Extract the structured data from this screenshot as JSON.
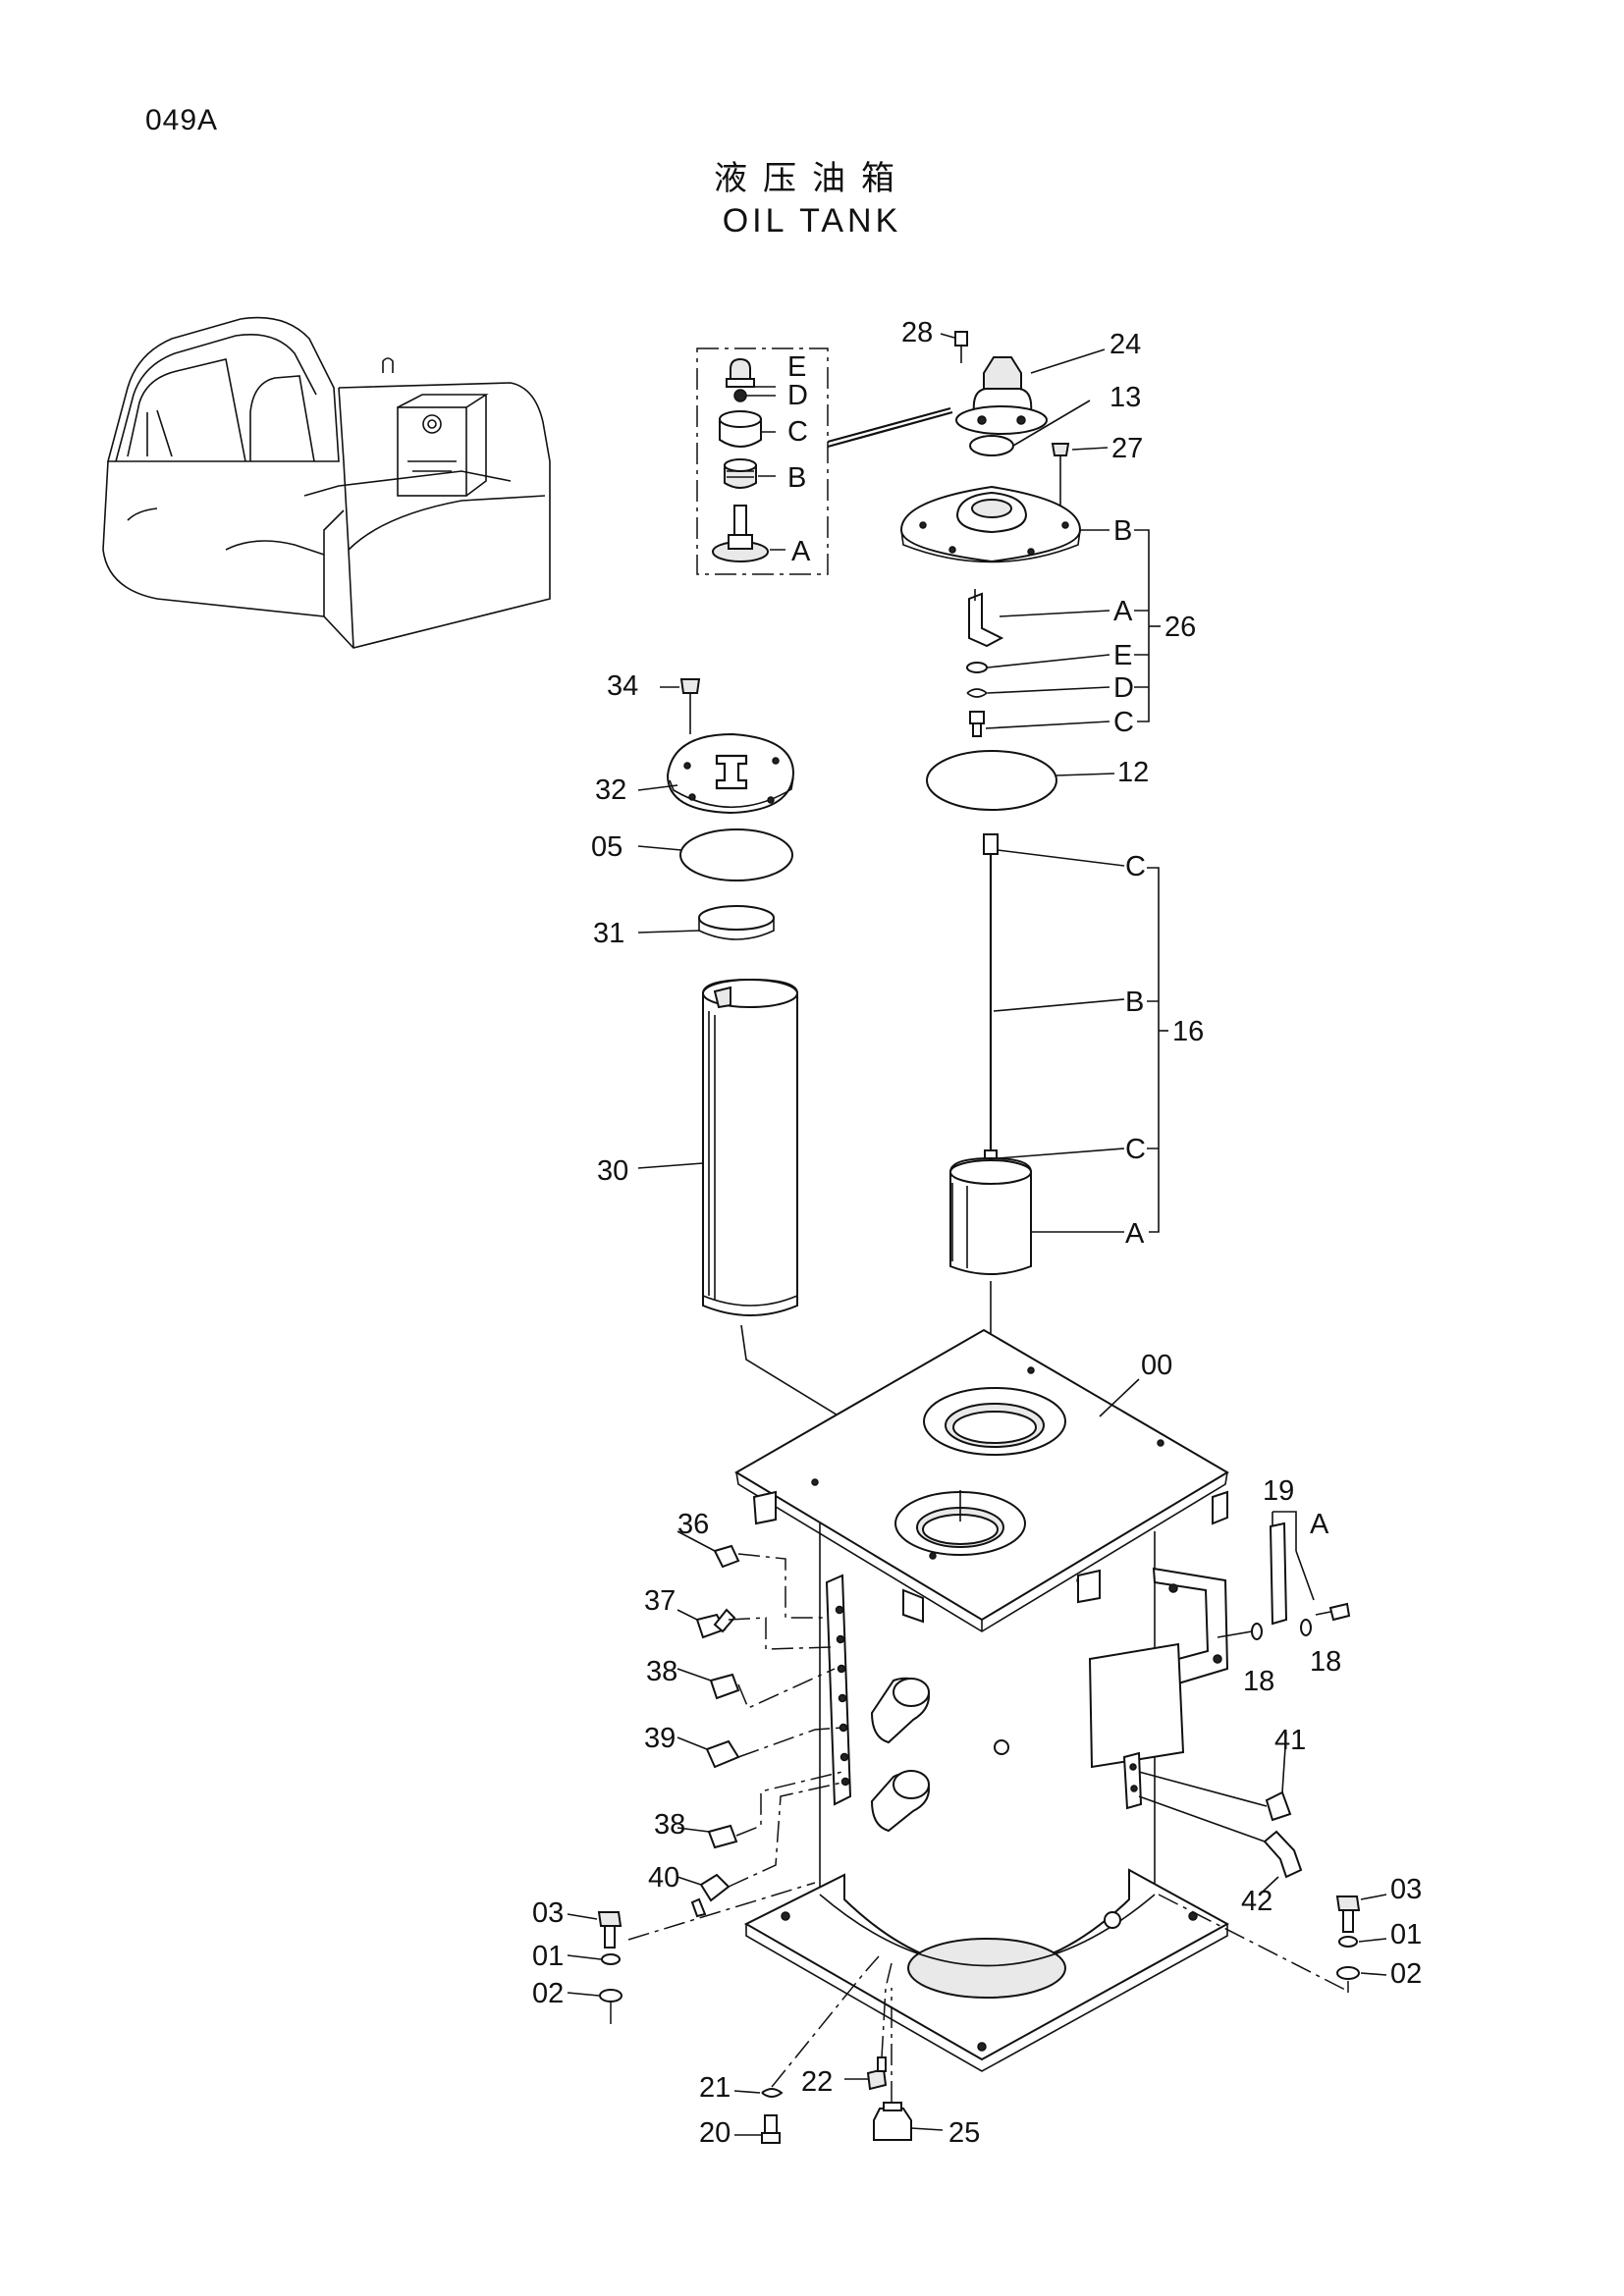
{
  "page_code": "049A",
  "title_cn": "液压油箱",
  "title_en": "OIL TANK",
  "callouts": {
    "c28": "28",
    "c24": "24",
    "c13": "13",
    "c27": "27",
    "c26": "26",
    "c26B": "B",
    "c26A": "A",
    "c26E": "E",
    "c26D": "D",
    "c26C": "C",
    "c12": "12",
    "c34": "34",
    "c32": "32",
    "c05": "05",
    "c31": "31",
    "c30": "30",
    "c16": "16",
    "c16C1": "C",
    "c16B": "B",
    "c16C2": "C",
    "c16A": "A",
    "c00": "00",
    "c19": "19",
    "c19A": "A",
    "c18a": "18",
    "c18b": "18",
    "c36": "36",
    "c37": "37",
    "c38a": "38",
    "c39": "39",
    "c38b": "38",
    "c40": "40",
    "c41": "41",
    "c42": "42",
    "c03L": "03",
    "c01L": "01",
    "c02L": "02",
    "c03R": "03",
    "c01R": "01",
    "c02R": "02",
    "c21": "21",
    "c22": "22",
    "c20": "20",
    "c25": "25"
  },
  "inset_labels": {
    "e": "E",
    "d": "D",
    "c": "C",
    "b": "B",
    "a": "A"
  }
}
